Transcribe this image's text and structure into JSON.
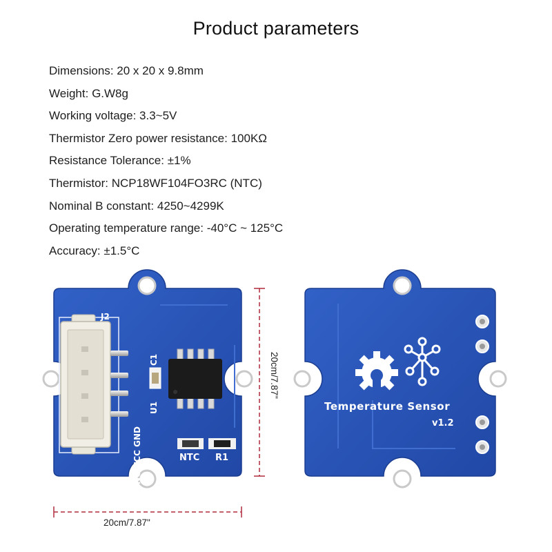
{
  "title": "Product parameters",
  "specs": [
    {
      "label": "Dimensions",
      "value": "20 x 20 x 9.8mm"
    },
    {
      "label": "Weight",
      "value": "G.W8g"
    },
    {
      "label": "Working voltage",
      "value": "3.3~5V"
    },
    {
      "label": "Thermistor Zero power resistance",
      "value": "100KΩ"
    },
    {
      "label": "Resistance Tolerance",
      "value": "±1%"
    },
    {
      "label": "Thermistor",
      "value": "NCP18WF104FO3RC (NTC)"
    },
    {
      "label": "Nominal B constant",
      "value": "4250~4299K"
    },
    {
      "label": "Operating temperature range",
      "value": "-40°C ~ 125°C"
    },
    {
      "label": "Accuracy",
      "value": "±1.5°C"
    }
  ],
  "dimensions": {
    "width_label": "20cm/7.87\"",
    "height_label": "20cm/7.87\""
  },
  "front_board": {
    "connector_label": "J2",
    "pin_labels": "SIG NC VCC GND",
    "cap_label": "C1",
    "chip_label": "U1",
    "ntc_label": "NTC",
    "resistor_label": "R1"
  },
  "back_board": {
    "name": "Temperature Sensor",
    "version": "v1.2"
  },
  "colors": {
    "pcb_blue": "#2a55b8",
    "pcb_edge": "#1e3f94",
    "dimension_line": "#b02a3c",
    "silkscreen": "#ffffff"
  }
}
